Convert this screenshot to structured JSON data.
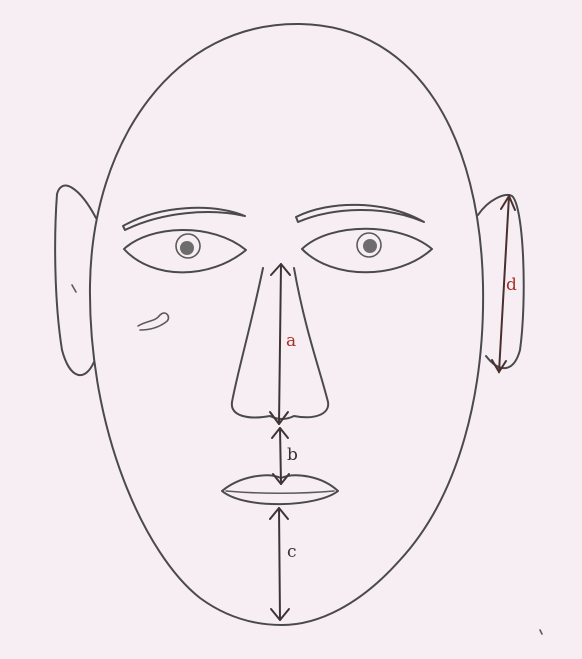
{
  "diagram": {
    "measurements": [
      {
        "id": "a",
        "label": "a"
      },
      {
        "id": "b",
        "label": "b"
      },
      {
        "id": "c",
        "label": "c"
      },
      {
        "id": "d",
        "label": "d"
      }
    ]
  },
  "colors": {
    "paper": "#f7eef4",
    "pencil": "#4a4a4a",
    "label_red": "#a5302a",
    "label_dark": "#3a3030"
  }
}
